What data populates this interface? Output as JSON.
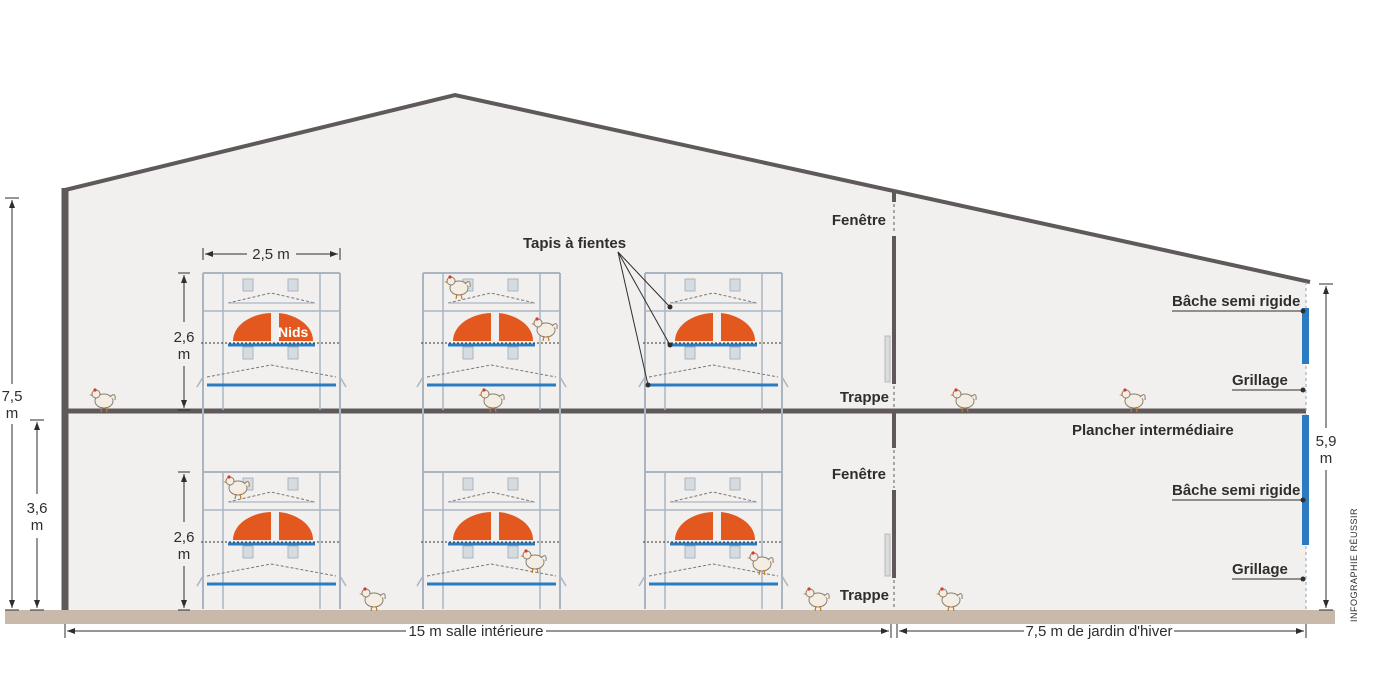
{
  "labels": {
    "fenetre_top": "Fenêtre",
    "fenetre_bottom": "Fenêtre",
    "trappe_top": "Trappe",
    "trappe_bottom": "Trappe",
    "tapis": "Tapis à fientes",
    "bache_top": "Bâche semi rigide",
    "bache_bottom": "Bâche semi rigide",
    "grillage_top": "Grillage",
    "grillage_bottom": "Grillage",
    "plancher": "Plancher intermédiaire",
    "nids": "Nids",
    "credit": "INFOGRAPHIE RÉUSSIR"
  },
  "dimensions": {
    "width_aviary": "2,5 m",
    "aviary_height_num": "2,6",
    "aviary_height_unit": "m",
    "total_height_num": "7,5",
    "total_height_unit": "m",
    "lower_height_num": "3,6",
    "lower_height_unit": "m",
    "right_height_num": "5,9",
    "right_height_unit": "m",
    "hall_length": "15 m salle intérieure",
    "garden_length": "7,5 m de jardin d'hiver"
  },
  "colors": {
    "wall": "#5f5a59",
    "wall_fill": "#f2f0ef",
    "ground": "#c9b9ab",
    "frame": "#a9b6c2",
    "belt": "#2a7bc0",
    "nest": "#e2581f",
    "tarp": "#2a7bc0"
  },
  "icons": {
    "hen": "hen-icon"
  }
}
